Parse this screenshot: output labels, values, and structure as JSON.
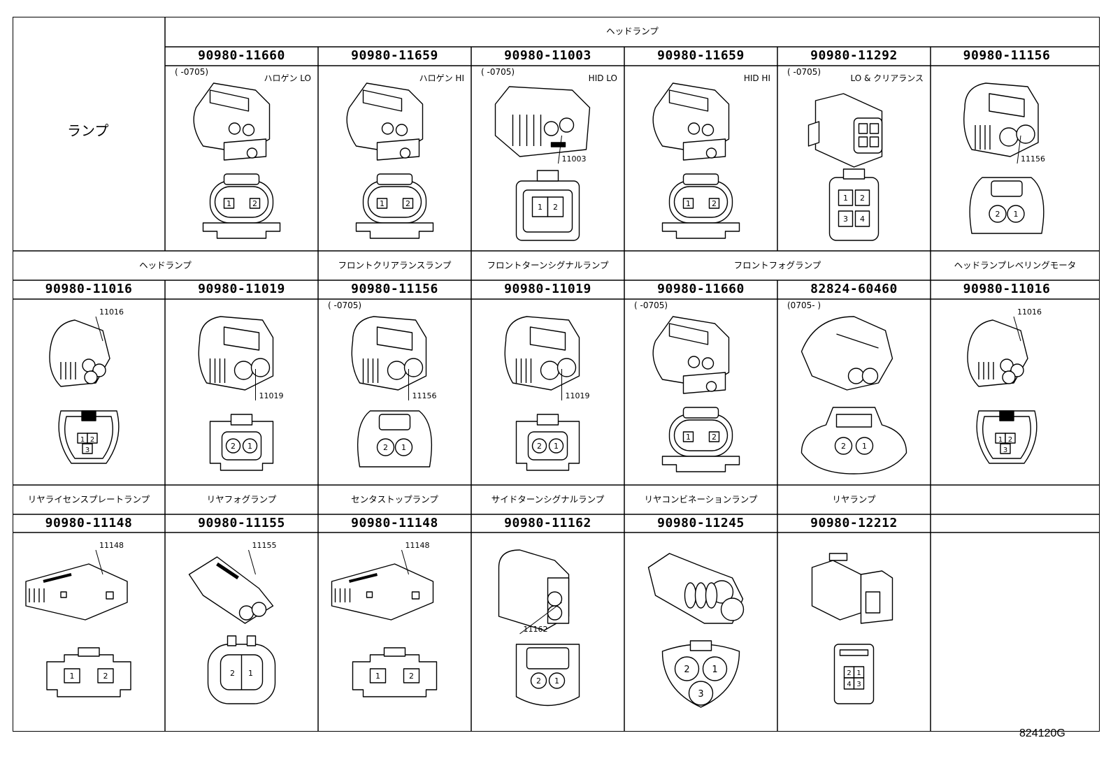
{
  "lamp_label": "ランプ",
  "section_headers": [
    "ヘッドランプ",
    "ヘッドランプ",
    "フロントクリアランスランプ",
    "フロントターンシグナルランプ",
    "フロントフォグランプ",
    "ヘッドランプレベリングモータ",
    "リヤライセンスプレートランプ",
    "リヤフォグランプ",
    "センタストップランプ",
    "サイドターンシグナルランプ",
    "リヤコンビネーションランプ",
    "リヤランプ"
  ],
  "rows": [
    {
      "connectors": [
        {
          "part_no": "90980-11660",
          "date": "(      -0705)",
          "function": "ハロゲン LO",
          "pins": [
            "1",
            "2"
          ],
          "callout": ""
        },
        {
          "part_no": "90980-11659",
          "date": "",
          "function": "ハロゲン HI",
          "pins": [
            "1",
            "2"
          ],
          "callout": ""
        },
        {
          "part_no": "90980-11003",
          "date": "(      -0705)",
          "function": "HID LO",
          "pins": [
            "1",
            "2"
          ],
          "callout": "11003"
        },
        {
          "part_no": "90980-11659",
          "date": "",
          "function": "HID HI",
          "pins": [
            "1",
            "2"
          ],
          "callout": ""
        },
        {
          "part_no": "90980-11292",
          "date": "(      -0705)",
          "function": "LO & クリアランス",
          "pins": [
            "1",
            "2",
            "3",
            "4"
          ],
          "callout": ""
        },
        {
          "part_no": "90980-11156",
          "date": "",
          "function": "",
          "pins": [
            "2",
            "1"
          ],
          "callout": "11156"
        }
      ]
    },
    {
      "connectors": [
        {
          "part_no": "90980-11016",
          "date": "",
          "function": "",
          "pins": [
            "1",
            "2",
            "3"
          ],
          "callout": "11016"
        },
        {
          "part_no": "90980-11019",
          "date": "",
          "function": "",
          "pins": [
            "2",
            "1"
          ],
          "callout": "11019"
        },
        {
          "part_no": "90980-11156",
          "date": "(      -0705)",
          "function": "",
          "pins": [
            "2",
            "1"
          ],
          "callout": "11156"
        },
        {
          "part_no": "90980-11019",
          "date": "",
          "function": "",
          "pins": [
            "2",
            "1"
          ],
          "callout": "11019"
        },
        {
          "part_no": "90980-11660",
          "date": "(      -0705)",
          "function": "",
          "pins": [
            "1",
            "2"
          ],
          "callout": ""
        },
        {
          "part_no": "82824-60460",
          "date": "(0705-       )",
          "function": "",
          "pins": [
            "2",
            "1"
          ],
          "callout": ""
        },
        {
          "part_no": "90980-11016",
          "date": "",
          "function": "",
          "pins": [
            "1",
            "2",
            "3"
          ],
          "callout": "11016"
        }
      ]
    },
    {
      "connectors": [
        {
          "part_no": "90980-11148",
          "date": "",
          "function": "",
          "pins": [
            "1",
            "2"
          ],
          "callout": "11148"
        },
        {
          "part_no": "90980-11155",
          "date": "",
          "function": "",
          "pins": [
            "2",
            "1"
          ],
          "callout": "11155"
        },
        {
          "part_no": "90980-11148",
          "date": "",
          "function": "",
          "pins": [
            "1",
            "2"
          ],
          "callout": "11148"
        },
        {
          "part_no": "90980-11162",
          "date": "",
          "function": "",
          "pins": [
            "2",
            "1"
          ],
          "callout": "11162"
        },
        {
          "part_no": "90980-11245",
          "date": "",
          "function": "",
          "pins": [
            "2",
            "1",
            "3"
          ],
          "callout": ""
        },
        {
          "part_no": "90980-12212",
          "date": "",
          "function": "",
          "pins": [
            "2",
            "1",
            "4",
            "3"
          ],
          "callout": ""
        }
      ]
    }
  ],
  "figure_code": "824120G"
}
